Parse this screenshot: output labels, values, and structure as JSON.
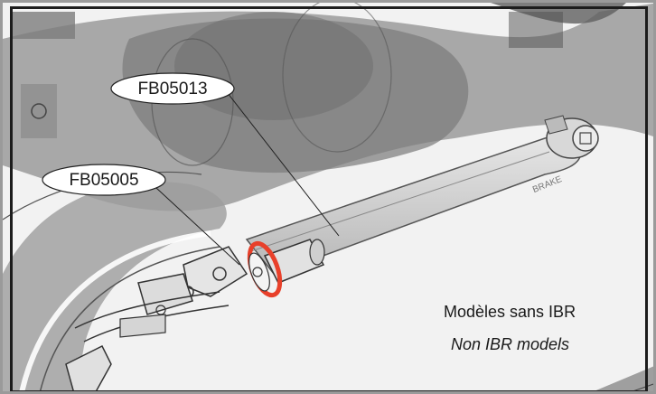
{
  "callouts": [
    {
      "id": "part-1",
      "label": "FB05013"
    },
    {
      "id": "part-2",
      "label": "FB05005"
    }
  ],
  "caption": {
    "french": "Modèles sans IBR",
    "english": "Non IBR models"
  },
  "part_engraving": "BRAKE",
  "colors": {
    "highlight_ring": "#e8402a",
    "frame_outer": "#9a9a9a",
    "frame_inner": "#1c1c1c"
  }
}
